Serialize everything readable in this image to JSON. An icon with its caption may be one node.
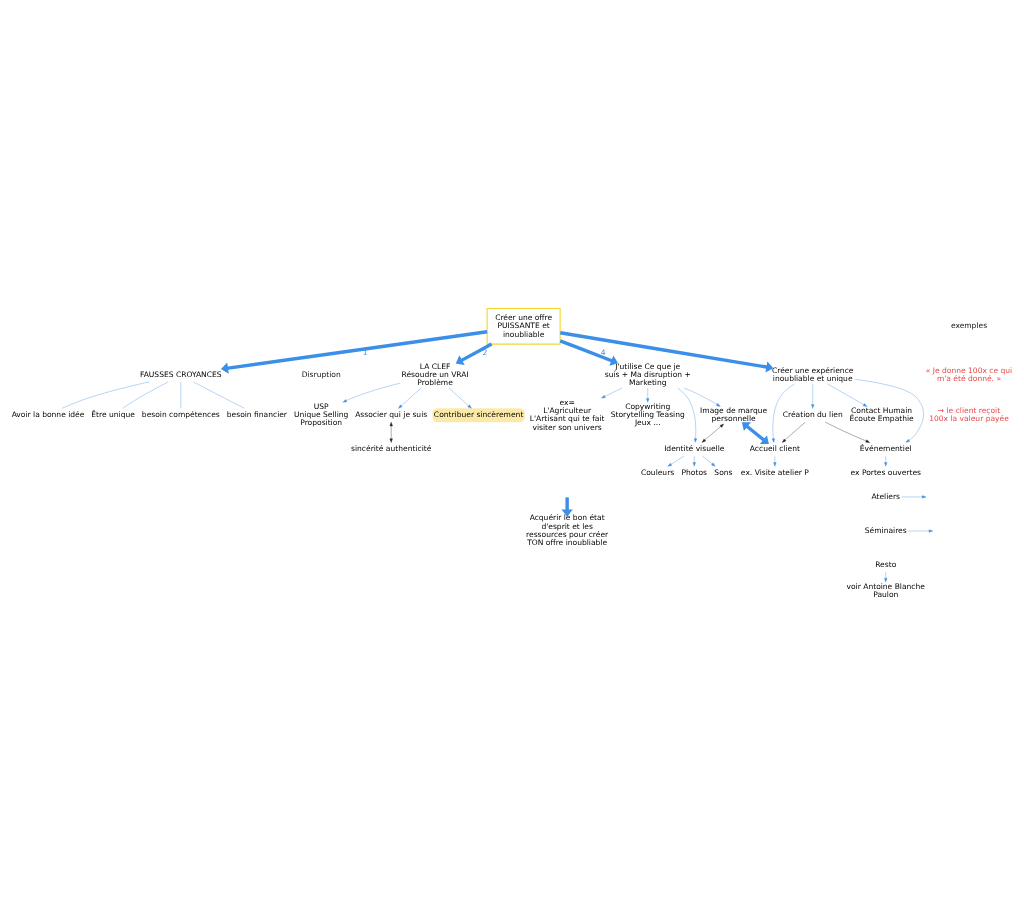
{
  "diagram": {
    "nodes": [
      {
        "text": [
          "Créer une offre PUISSANTE et inoubliable"
        ]
      },
      {
        "text": [
          "FAUSSES CROYANCES"
        ]
      },
      {
        "text": [
          "Avoir la bonne idée"
        ]
      },
      {
        "text": [
          "Être unique"
        ]
      },
      {
        "text": [
          "besoin compétences"
        ]
      },
      {
        "text": [
          "besoin financier"
        ]
      },
      {
        "text": [
          "LA CLEF",
          "Résoudre un VRAI Problème"
        ]
      },
      {
        "text": [
          "USP",
          "Unique Selling Proposition"
        ]
      },
      {
        "text": [
          "Associer qui je suis"
        ]
      },
      {
        "text": [
          "sincérité authenticité"
        ]
      },
      {
        "text": [
          "Contribuer sincèrement"
        ]
      },
      {
        "text": [
          "J'utilise Ce que je suis + Ma disruption + Marketing"
        ]
      },
      {
        "text": [
          "ex=",
          "L'Agriculteur L'Artisant qui te fait visiter son univers"
        ]
      },
      {
        "text": [
          "Copywriting Storytelling Teasing Jeux ..."
        ]
      },
      {
        "text": [
          "Identité visuelle"
        ]
      },
      {
        "text": [
          "Image de marque personnelle"
        ]
      },
      {
        "text": [
          "Couleurs"
        ]
      },
      {
        "text": [
          "Photos"
        ]
      },
      {
        "text": [
          "Sons"
        ]
      },
      {
        "text": [
          "Créer une expérience inoubliable et unique"
        ]
      },
      {
        "text": [
          "Contact Humain",
          "Écoute Empathie"
        ]
      },
      {
        "text": [
          "Accueil client"
        ]
      },
      {
        "text": [
          "Création du lien"
        ]
      },
      {
        "text": [
          "Événementiel"
        ]
      },
      {
        "text": [
          "ex. Visite atelier P"
        ]
      },
      {
        "text": [
          "ex Portes ouvertes"
        ]
      },
      {
        "text": [
          "Ateliers"
        ]
      },
      {
        "text": [
          "Séminaires"
        ]
      },
      {
        "text": [
          "Resto"
        ]
      },
      {
        "text": [
          "voir Antoine Blanche Paulon"
        ]
      },
      {
        "text": [
          "Acquérir le bon état d'esprit et les ressources pour créer TON offre inoubliable"
        ]
      }
    ],
    "edges": [
      {
        "from": 0,
        "to": 1,
        "arrow": "to",
        "label": "1",
        "style": "thick"
      },
      {
        "from": 1,
        "to": 2,
        "arrow": "none"
      },
      {
        "from": 1,
        "to": 3,
        "arrow": "none"
      },
      {
        "from": 1,
        "to": 4,
        "arrow": "none"
      },
      {
        "from": 1,
        "to": 5,
        "arrow": "none"
      },
      {
        "from": 0,
        "to": 6,
        "arrow": "to",
        "label": "2",
        "style": "thick"
      },
      {
        "from": 6,
        "to": 7,
        "arrow": "to"
      },
      {
        "from": 6,
        "to": 8,
        "arrow": "to"
      },
      {
        "from": 6,
        "to": 10,
        "arrow": "to"
      },
      {
        "from": 8,
        "to": 9,
        "arrow": "both",
        "color": "#222222"
      },
      {
        "from": 0,
        "to": 11,
        "arrow": "to",
        "label": "4",
        "style": "thick"
      },
      {
        "from": 0,
        "to": 19,
        "arrow": "to",
        "style": "thick"
      },
      {
        "from": 11,
        "to": 12,
        "arrow": "to"
      },
      {
        "from": 11,
        "to": 13,
        "arrow": "to"
      },
      {
        "from": 11,
        "to": 14,
        "arrow": "to"
      },
      {
        "from": 11,
        "to": 15,
        "arrow": "to"
      },
      {
        "from": 15,
        "to": 14,
        "arrow": "both",
        "color": "#222222"
      },
      {
        "from": 14,
        "to": 16,
        "arrow": "to"
      },
      {
        "from": 14,
        "to": 17,
        "arrow": "to"
      },
      {
        "from": 14,
        "to": 18,
        "arrow": "to"
      },
      {
        "from": 15,
        "to": 21,
        "arrow": "both",
        "style": "thick"
      },
      {
        "from": 19,
        "to": 21,
        "arrow": "to"
      },
      {
        "from": 19,
        "to": 22,
        "arrow": "to"
      },
      {
        "from": 19,
        "to": 23,
        "arrow": "to"
      },
      {
        "from": 19,
        "to": 20,
        "arrow": "to"
      },
      {
        "from": 22,
        "to": 21,
        "arrow": "to",
        "color": "#222222"
      },
      {
        "from": 22,
        "to": 23,
        "arrow": "to",
        "color": "#222222"
      },
      {
        "from": 21,
        "to": 24,
        "arrow": "to"
      },
      {
        "from": 23,
        "to": 25,
        "arrow": "to"
      },
      {
        "from": 26,
        "to": null,
        "arrow": "to"
      },
      {
        "from": 27,
        "to": null,
        "arrow": "to"
      },
      {
        "from": 28,
        "to": 29,
        "arrow": "to"
      },
      {
        "from": null,
        "to": 30,
        "arrow": "to",
        "style": "thick"
      }
    ],
    "labels": [
      "exemples",
      "Disruption",
      "« Je donne 100x ce qui m'a été donné. »",
      "→ le client reçoit 100x la valeur payée"
    ]
  }
}
